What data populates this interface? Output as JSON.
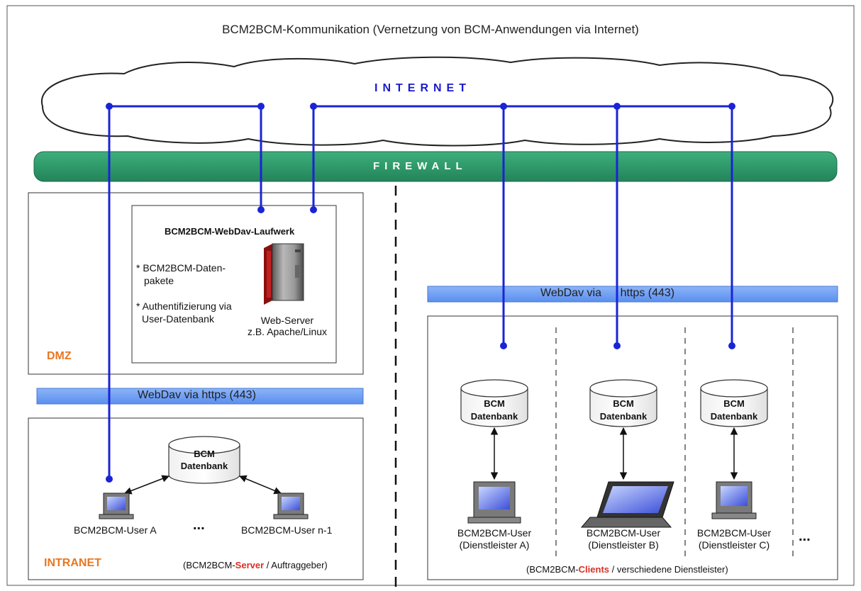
{
  "title": "BCM2BCM-Kommunikation (Vernetzung von BCM-Anwendungen via Internet)",
  "internet": {
    "label": "INTERNET"
  },
  "firewall": {
    "label": "FIREWALL"
  },
  "dmz": {
    "zone_label": "DMZ",
    "box_title": "BCM2BCM-WebDav-Laufwerk",
    "bullet1": [
      "* BCM2BCM-Daten-",
      "pakete"
    ],
    "bullet2": [
      "* Authentifizierung via",
      "User-Datenbank"
    ],
    "server": [
      "Web-Server",
      "z.B. Apache/Linux"
    ]
  },
  "webdav_left": "WebDav via https (443)",
  "webdav_right": "WebDav via      https (443)",
  "intranet": {
    "zone_label": "INTRANET",
    "db": [
      "BCM",
      "Datenbank"
    ],
    "user_a": "BCM2BCM-User A",
    "ellipsis": "...",
    "user_n": "BCM2BCM-User n-1",
    "caption_prefix": "(BCM2BCM-",
    "caption_highlight": "Server",
    "caption_suffix": " / Auftraggeber)"
  },
  "clients": {
    "db": [
      "BCM",
      "Datenbank"
    ],
    "user_label": "BCM2BCM-User",
    "providers": [
      "(Dienstleister A)",
      "(Dienstleister B)",
      "(Dienstleister C)"
    ],
    "ellipsis": "...",
    "caption_prefix": "(BCM2BCM-",
    "caption_highlight": "Clients",
    "caption_suffix": " / verschiedene Dienstleister)"
  },
  "colors": {
    "line_blue": "#1a24d6",
    "internet_blue": "#1a1acc",
    "firewall_green": "#2f9a6a",
    "band_blue": "#6b9cf2",
    "orange": "#e87722",
    "red": "#d93025"
  }
}
